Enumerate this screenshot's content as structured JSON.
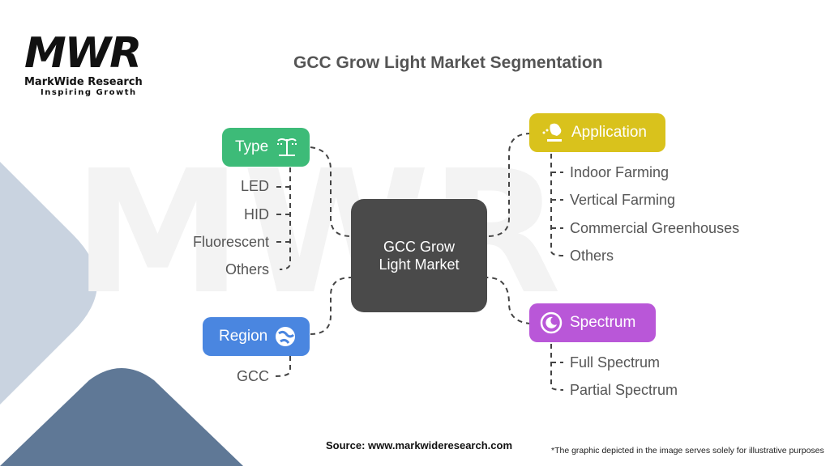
{
  "brand": {
    "mark": "MWR",
    "name": "MarkWide Research",
    "tagline": "Inspiring Growth"
  },
  "title": "GCC Grow Light Market Segmentation",
  "center": {
    "line1": "GCC Grow",
    "line2": "Light Market"
  },
  "categories": {
    "type": {
      "label": "Type",
      "icon": "grow-lamp-icon",
      "color": "#3dbb78",
      "items": [
        "LED",
        "HID",
        "Fluorescent",
        "Others"
      ]
    },
    "region": {
      "label": "Region",
      "icon": "globe-icon",
      "color": "#4a86e0",
      "items": [
        "GCC"
      ]
    },
    "application": {
      "label": "Application",
      "icon": "plant-hand-icon",
      "color": "#d9c21c",
      "items": [
        "Indoor Farming",
        "Vertical Farming",
        "Commercial Greenhouses",
        "Others"
      ]
    },
    "spectrum": {
      "label": "Spectrum",
      "icon": "moon-circle-icon",
      "color": "#b957d8",
      "items": [
        "Full Spectrum",
        "Partial Spectrum"
      ]
    }
  },
  "footer": {
    "source": "Source: www.markwideresearch.com",
    "note": "*The graphic depicted in the image serves solely for illustrative purposes"
  }
}
